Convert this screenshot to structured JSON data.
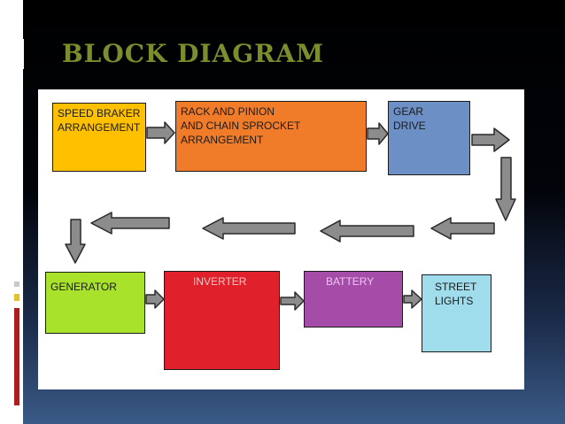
{
  "slide": {
    "title": "BLOCK DIAGRAM"
  },
  "colors": {
    "title": "#7b8e2e",
    "arrow_fill": "#8c8c8c",
    "arrow_stroke": "#2a2a2a",
    "speed_braker": "#ffc000",
    "rack_pinion": "#f07c2a",
    "gear_drive": "#6c8fc5",
    "generator": "#a8e22a",
    "inverter": "#e0202a",
    "battery": "#a44ca8",
    "street_lights": "#9fdcec"
  },
  "blocks": {
    "speed_braker": "SPEED BRAKER\nARRANGEMENT",
    "rack_pinion": "RACK AND PINION\nAND CHAIN SPROCKET\nARRANGEMENT",
    "gear_drive": "GEAR\nDRIVE",
    "generator": "GENERATOR",
    "inverter": "INVERTER",
    "battery": "BATTERY",
    "street_lights": "STREET\nLIGHTS"
  }
}
